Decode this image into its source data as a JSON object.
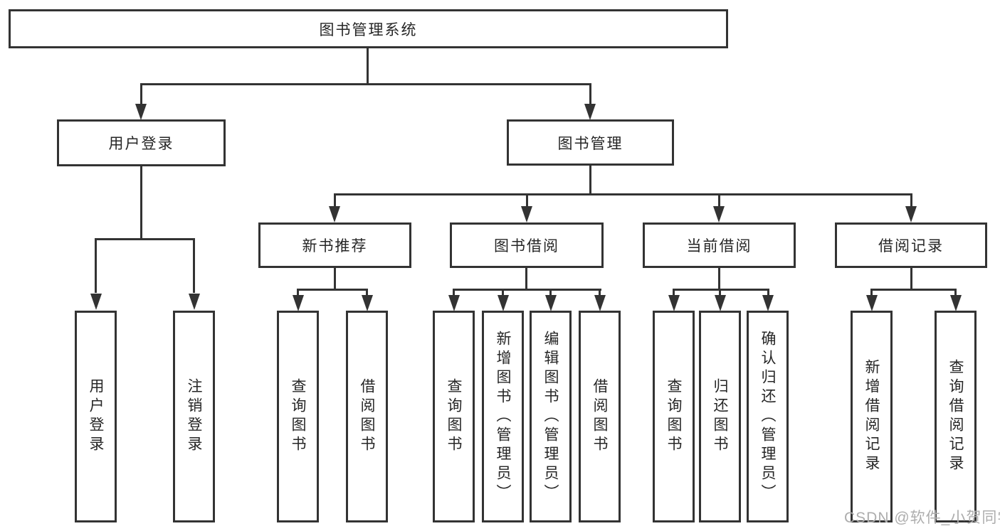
{
  "root": "图书管理系统",
  "level2": {
    "login": "用户登录",
    "management": "图书管理"
  },
  "level3": {
    "recommend": "新书推荐",
    "borrow": "图书借阅",
    "current": "当前借阅",
    "records": "借阅记录"
  },
  "leaves": {
    "login": [
      "用户登录",
      "注销登录"
    ],
    "recommend": [
      "查询图书",
      "借阅图书"
    ],
    "borrow": [
      "查询图书",
      "新增图书（管理员）",
      "编辑图书（管理员）",
      "借阅图书"
    ],
    "current": [
      "查询图书",
      "归还图书",
      "确认归还（管理员）"
    ],
    "records": [
      "新增借阅记录",
      "查询借阅记录"
    ]
  },
  "watermark": "CSDN @软件_小贺同学",
  "colors": {
    "line": "#333333",
    "text": "#262626",
    "watermark": "#adadad",
    "background": "#ffffff"
  }
}
